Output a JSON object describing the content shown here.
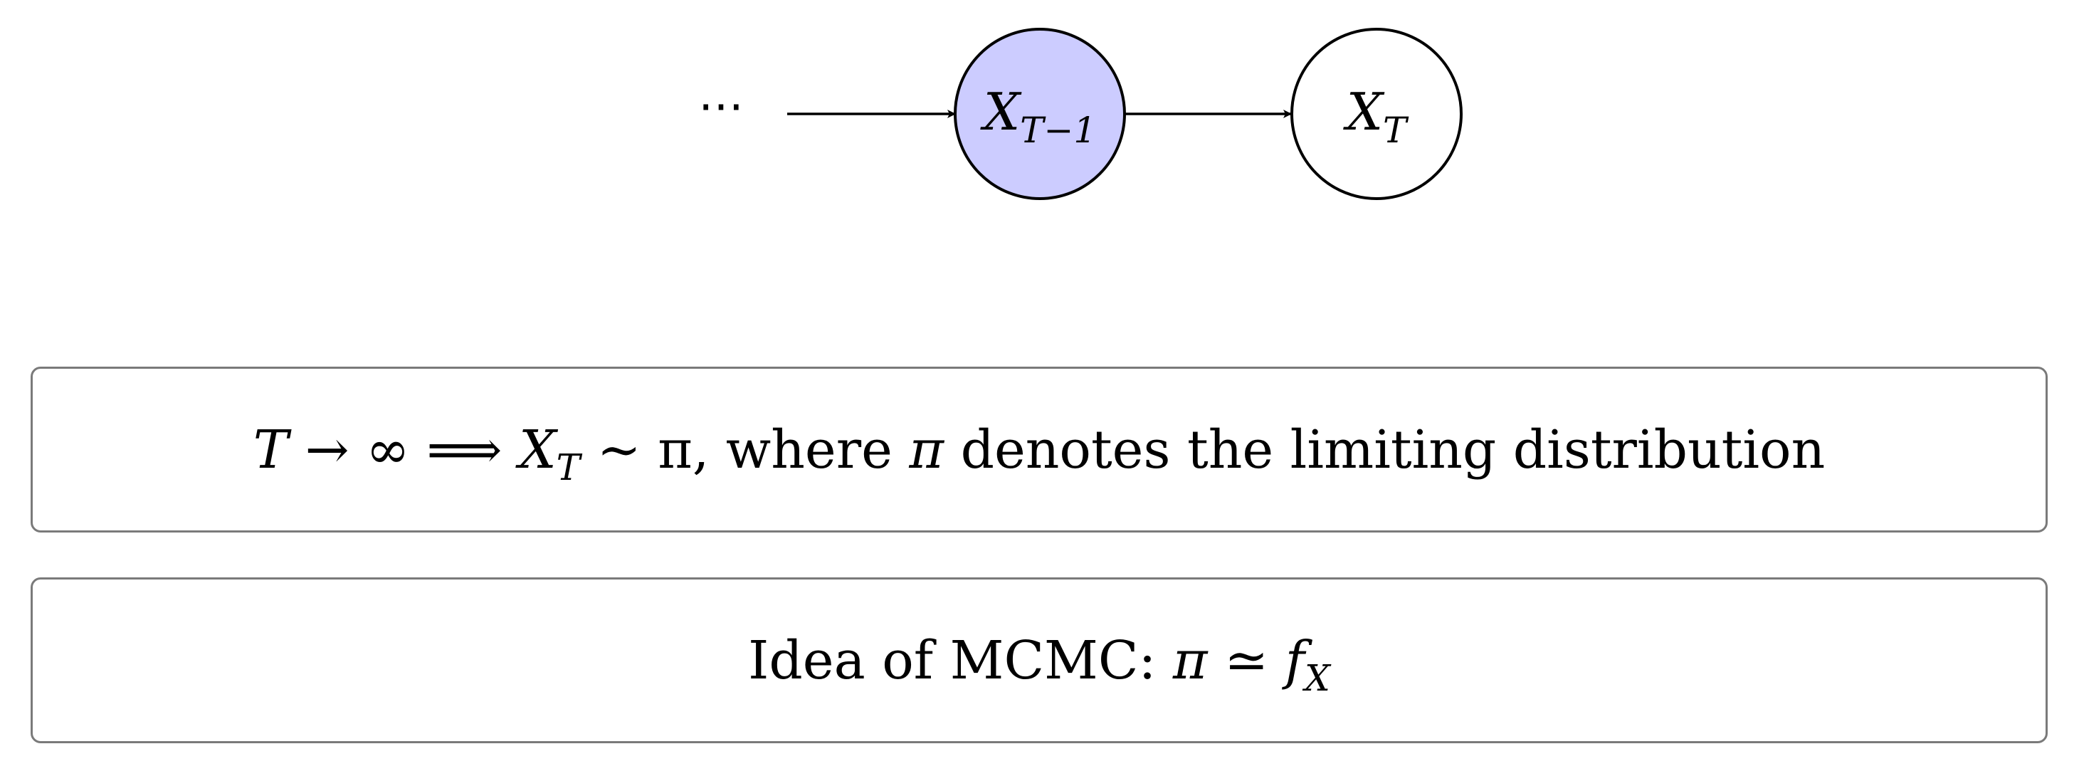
{
  "diagram": {
    "ellipsis": "⋯",
    "nodes": [
      {
        "id": "prev",
        "label_main": "X",
        "label_sub": "T−1",
        "fill": "#ccccff"
      },
      {
        "id": "curr",
        "label_main": "X",
        "label_sub": "T",
        "fill": "#ffffff"
      }
    ]
  },
  "statements": {
    "limit": {
      "lhs": "T → ∞  ⟹  ",
      "var_main": "X",
      "var_sub": "T",
      "rel": " ∼ π, where ",
      "pi": "π",
      "rest": " denotes the limiting distribution"
    },
    "idea": {
      "prefix": "Idea of MCMC: ",
      "pi": "π",
      "rel": " ≃ ",
      "f": "f",
      "f_sub": "X"
    }
  },
  "colors": {
    "highlight_node": "#ccccff",
    "box_border": "#7a7a7a"
  }
}
